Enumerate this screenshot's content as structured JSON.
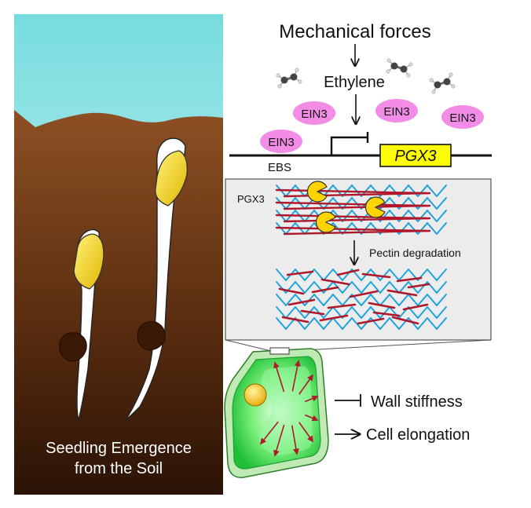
{
  "left_panel": {
    "caption_line1": "Seedling Emergence",
    "caption_line2": "from the Soil"
  },
  "pathway": {
    "signal": "Mechanical forces",
    "hormone": "Ethylene",
    "transcription_factor": "EIN3",
    "binding_site": "EBS",
    "gene": "PGX3"
  },
  "cell_wall_box": {
    "enzyme_label": "PGX3",
    "process_label": "Pectin degradation"
  },
  "outcomes": {
    "inhibited": "Wall stiffness",
    "promoted": "Cell elongation"
  },
  "colors": {
    "sky": "#8fe0e2",
    "soil_top": "#8b4e22",
    "soil_bottom": "#2e1506",
    "ein3": "#f28ce6",
    "gene_box": "#ffff00",
    "cellulose": "#1fa3dd",
    "pectin": "#b0182a",
    "enzyme": "#ffd400",
    "cell_green": "#2ad14a"
  }
}
